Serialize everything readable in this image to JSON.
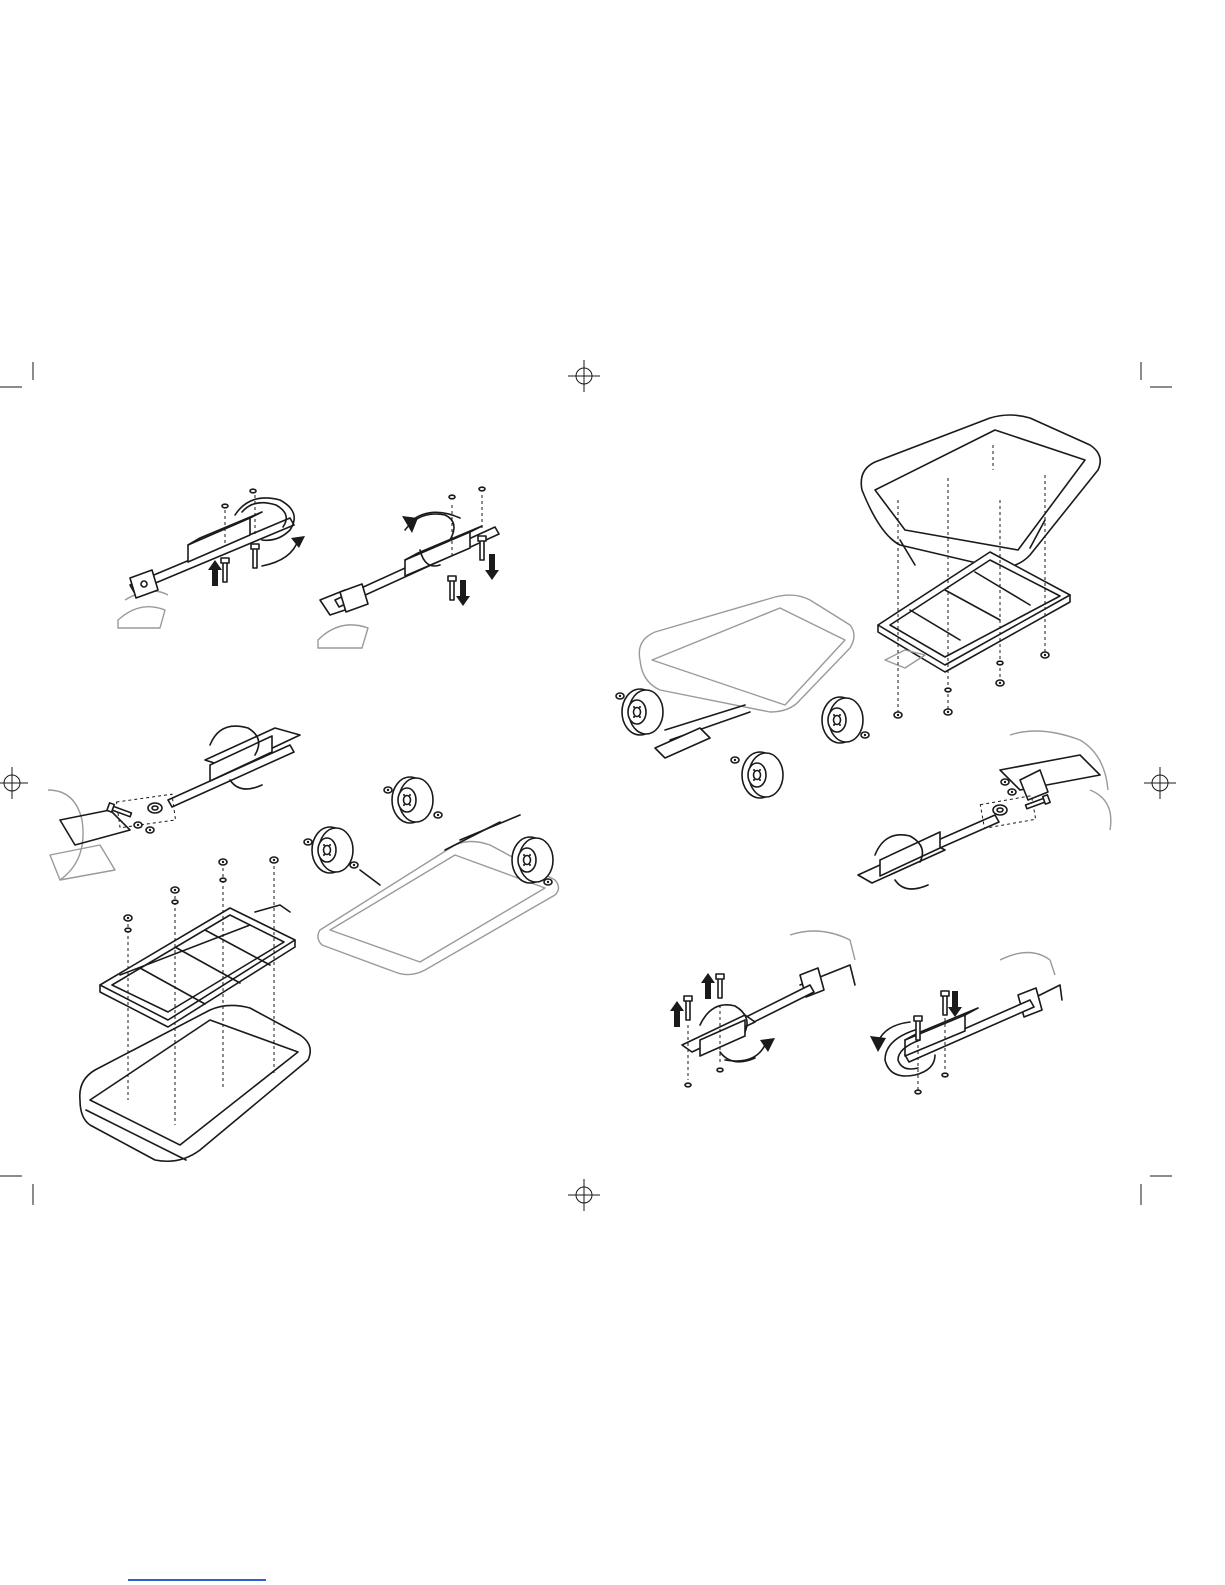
{
  "page": {
    "kind": "wagon assembly instructions, two-page spread, illustrations only"
  },
  "colors": {
    "line": "#1a1a1a",
    "ghost_line": "#9a9a9a",
    "paper": "#ffffff",
    "link_underline": "#2f5fd0"
  },
  "steps": [
    {
      "id": "left-top-1",
      "depicts": "handle-bracket-bolts-up-rotate"
    },
    {
      "id": "left-top-2",
      "depicts": "handle-bracket-rotated-bolts-down"
    },
    {
      "id": "left-mid-1",
      "depicts": "handle-tongue-to-axle-pivot"
    },
    {
      "id": "left-mid-2",
      "depicts": "wheels-onto-axles-tray-inverted"
    },
    {
      "id": "left-bottom",
      "depicts": "frame-onto-tray-inverted"
    },
    {
      "id": "right-top-1",
      "depicts": "wagon-assembled-with-wheels"
    },
    {
      "id": "right-top-2",
      "depicts": "tray-onto-frame"
    },
    {
      "id": "right-mid",
      "depicts": "handle-tongue-to-axle-pivot-mirrored"
    },
    {
      "id": "right-bottom-1",
      "depicts": "handle-bracket-bolts-up-rotate-mirrored"
    },
    {
      "id": "right-bottom-2",
      "depicts": "handle-bracket-bolts-down-mirrored"
    }
  ],
  "icons": [
    "registration-mark-icon",
    "crop-mark-icon",
    "arrow-up-icon",
    "arrow-down-icon",
    "rotate-arrow-icon",
    "bolt-icon",
    "nut-icon",
    "wheel-icon"
  ]
}
